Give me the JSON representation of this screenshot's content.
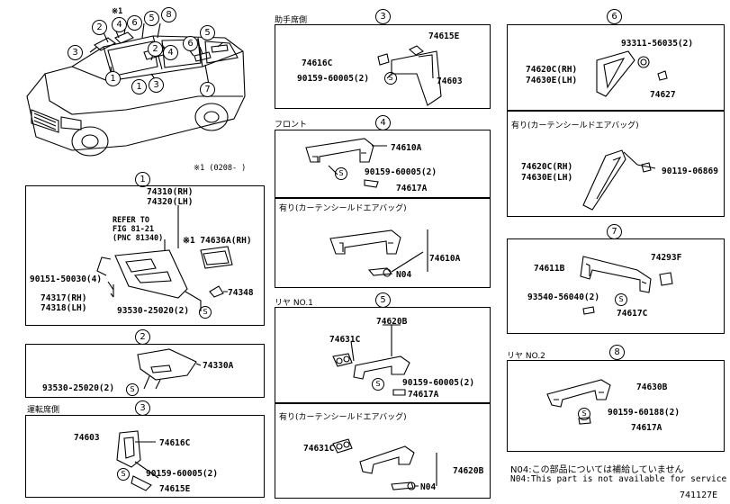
{
  "sheet": {
    "code": "741127E",
    "note_jp": "N04:この部品については補給していません",
    "note_en": "N04:This part is not available for service",
    "star_note": "※1 (0208-    )"
  },
  "car": {
    "callouts": [
      "2",
      "4",
      "※1",
      "6",
      "5",
      "8",
      "3",
      "1",
      "2",
      "5",
      "4",
      "6",
      "1",
      "3",
      "7"
    ]
  },
  "p1": {
    "circ": "1",
    "parts": [
      "74310(RH)",
      "74320(LH)"
    ],
    "refer": [
      "REFER TO",
      "FIG 81-21",
      "(PNC 81340)"
    ],
    "star": "※1 74636A(RH)",
    "bolt": "90151-50030(4)",
    "lamp": [
      "74317(RH)",
      "74318(LH)"
    ],
    "clip_part": "74348",
    "screw": "93530-25020(2)",
    "s": "S"
  },
  "p2": {
    "circ": "2",
    "part": "74330A",
    "screw": "93530-25020(2)",
    "s": "S"
  },
  "p3d": {
    "title": "運転席側",
    "circ": "3",
    "grip": "74603",
    "cover": "74616C",
    "screw": "90159-60005(2)",
    "clip": "74615E",
    "s": "S"
  },
  "p3p": {
    "title": "助手席側",
    "circ": "3",
    "clip": "74615E",
    "cover": "74616C",
    "screw": "90159-60005(2)",
    "grip": "74603",
    "s": "S"
  },
  "p4": {
    "title": "フロント",
    "circ": "4",
    "grip": "74610A",
    "screw": "90159-60005(2)",
    "cap": "74617A",
    "s": "S"
  },
  "p4c": {
    "title": "有り(カーテンシールドエアバッグ)",
    "grip": "74610A",
    "n04": "N04"
  },
  "p5": {
    "title": "リヤ NO.1",
    "circ": "5",
    "grip": "74620B",
    "bracket": "74631C",
    "screw": "90159-60005(2)",
    "cap": "74617A",
    "s": "S"
  },
  "p5c": {
    "title": "有り(カーテンシールドエアバッグ)",
    "bracket": "74631C",
    "grip": "74620B",
    "n04": "N04"
  },
  "p6": {
    "circ": "6",
    "screw": "93311-56035(2)",
    "handle": [
      "74620C(RH)",
      "74630E(LH)"
    ],
    "cap": "74627"
  },
  "p6c": {
    "title": "有り(カーテンシールドエアバッグ)",
    "handle": [
      "74620C(RH)",
      "74630E(LH)"
    ],
    "bolt": "90119-06869"
  },
  "p7": {
    "circ": "7",
    "grip": "74611B",
    "clip": "74293F",
    "screw": "93540-56040(2)",
    "cap": "74617C",
    "s": "S"
  },
  "p8": {
    "title": "リヤ NO.2",
    "circ": "8",
    "grip": "74630B",
    "screw": "90159-60188(2)",
    "cap": "74617A",
    "s": "S"
  }
}
